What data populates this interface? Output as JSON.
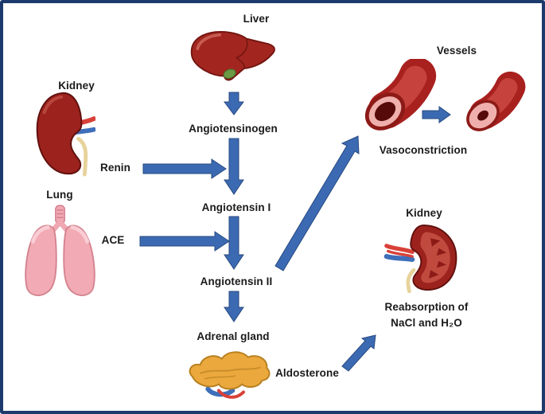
{
  "nodes": {
    "liver": "Liver",
    "kidney_left": "Kidney",
    "lung": "Lung",
    "renin": "Renin",
    "ace": "ACE",
    "angiotensinogen": "Angiotensinogen",
    "angiotensin_i": "Angiotensin I",
    "angiotensin_ii": "Angiotensin II",
    "adrenal_gland": "Adrenal gland",
    "aldosterone": "Aldosterone",
    "vessels": "Vessels",
    "vasoconstriction": "Vasoconstriction",
    "kidney_right": "Kidney",
    "reabsorption_line1": "Reabsorption of",
    "reabsorption_line2": "NaCl and H₂O"
  },
  "edges": [
    {
      "from": "Liver",
      "to": "Angiotensinogen"
    },
    {
      "from": "Angiotensinogen",
      "to": "Angiotensin I",
      "enzyme": "Renin",
      "enzyme_source": "Kidney"
    },
    {
      "from": "Angiotensin I",
      "to": "Angiotensin II",
      "enzyme": "ACE",
      "enzyme_source": "Lung"
    },
    {
      "from": "Angiotensin II",
      "to": "Vessels",
      "effect": "Vasoconstriction"
    },
    {
      "from": "Angiotensin II",
      "to": "Adrenal gland"
    },
    {
      "from": "Adrenal gland",
      "to": "Kidney",
      "hormone": "Aldosterone",
      "effect": "Reabsorption of NaCl and H₂O"
    }
  ],
  "icons": {
    "liver": "liver-icon",
    "kidney_left": "kidney-icon",
    "lungs": "lungs-icon",
    "vessel_normal": "vessel-open-icon",
    "vessel_constricted": "vessel-constricted-icon",
    "adrenal": "adrenal-gland-icon",
    "kidney_right": "kidney-cutaway-icon"
  },
  "colors": {
    "arrow_fill": "#3c6ab2",
    "arrow_stroke": "#28497f",
    "border": "#1d3a6d",
    "text": "#1a1a1a",
    "organ_red": "#9c221e",
    "lung_pink": "#f2abb4",
    "adrenal_orange": "#eba83d"
  }
}
